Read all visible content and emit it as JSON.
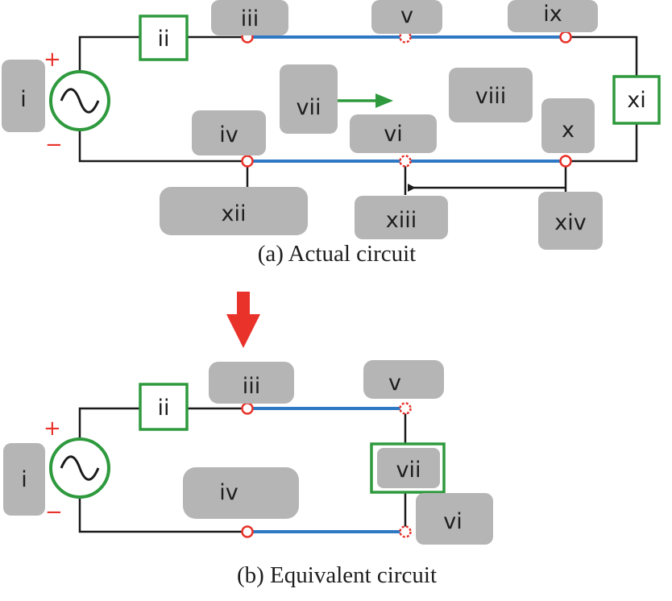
{
  "captions": {
    "actual": "(a) Actual circuit",
    "equivalent": "(b) Equivalent circuit"
  },
  "source_signs": {
    "plus": "+",
    "minus": "−"
  },
  "actual_labels": {
    "i": "i",
    "ii": "ii",
    "iii": "iii",
    "iv": "iv",
    "v": "v",
    "vi": "vi",
    "vii": "vii",
    "viii": "viii",
    "ix": "ix",
    "x": "x",
    "xi": "xi",
    "xii": "xii",
    "xiii": "xiii",
    "xiv": "xiv"
  },
  "equivalent_labels": {
    "i": "i",
    "ii": "ii",
    "iii": "iii",
    "iv": "iv",
    "v": "v",
    "vi": "vi",
    "vii": "vii"
  },
  "colors": {
    "wire": "#1a1a1a",
    "transmission_line": "#2f78c4",
    "node": "#e8322a",
    "component_outline": "#2e9a3d",
    "arrow_green": "#2e9a3d",
    "arrow_red": "#e8322a",
    "label_patch": "#b5b5b5"
  },
  "icons": {
    "source": "ac-source-icon",
    "flow": "green-arrow-icon",
    "transition": "red-down-arrow-icon",
    "measure": "black-left-arrow-icon"
  }
}
